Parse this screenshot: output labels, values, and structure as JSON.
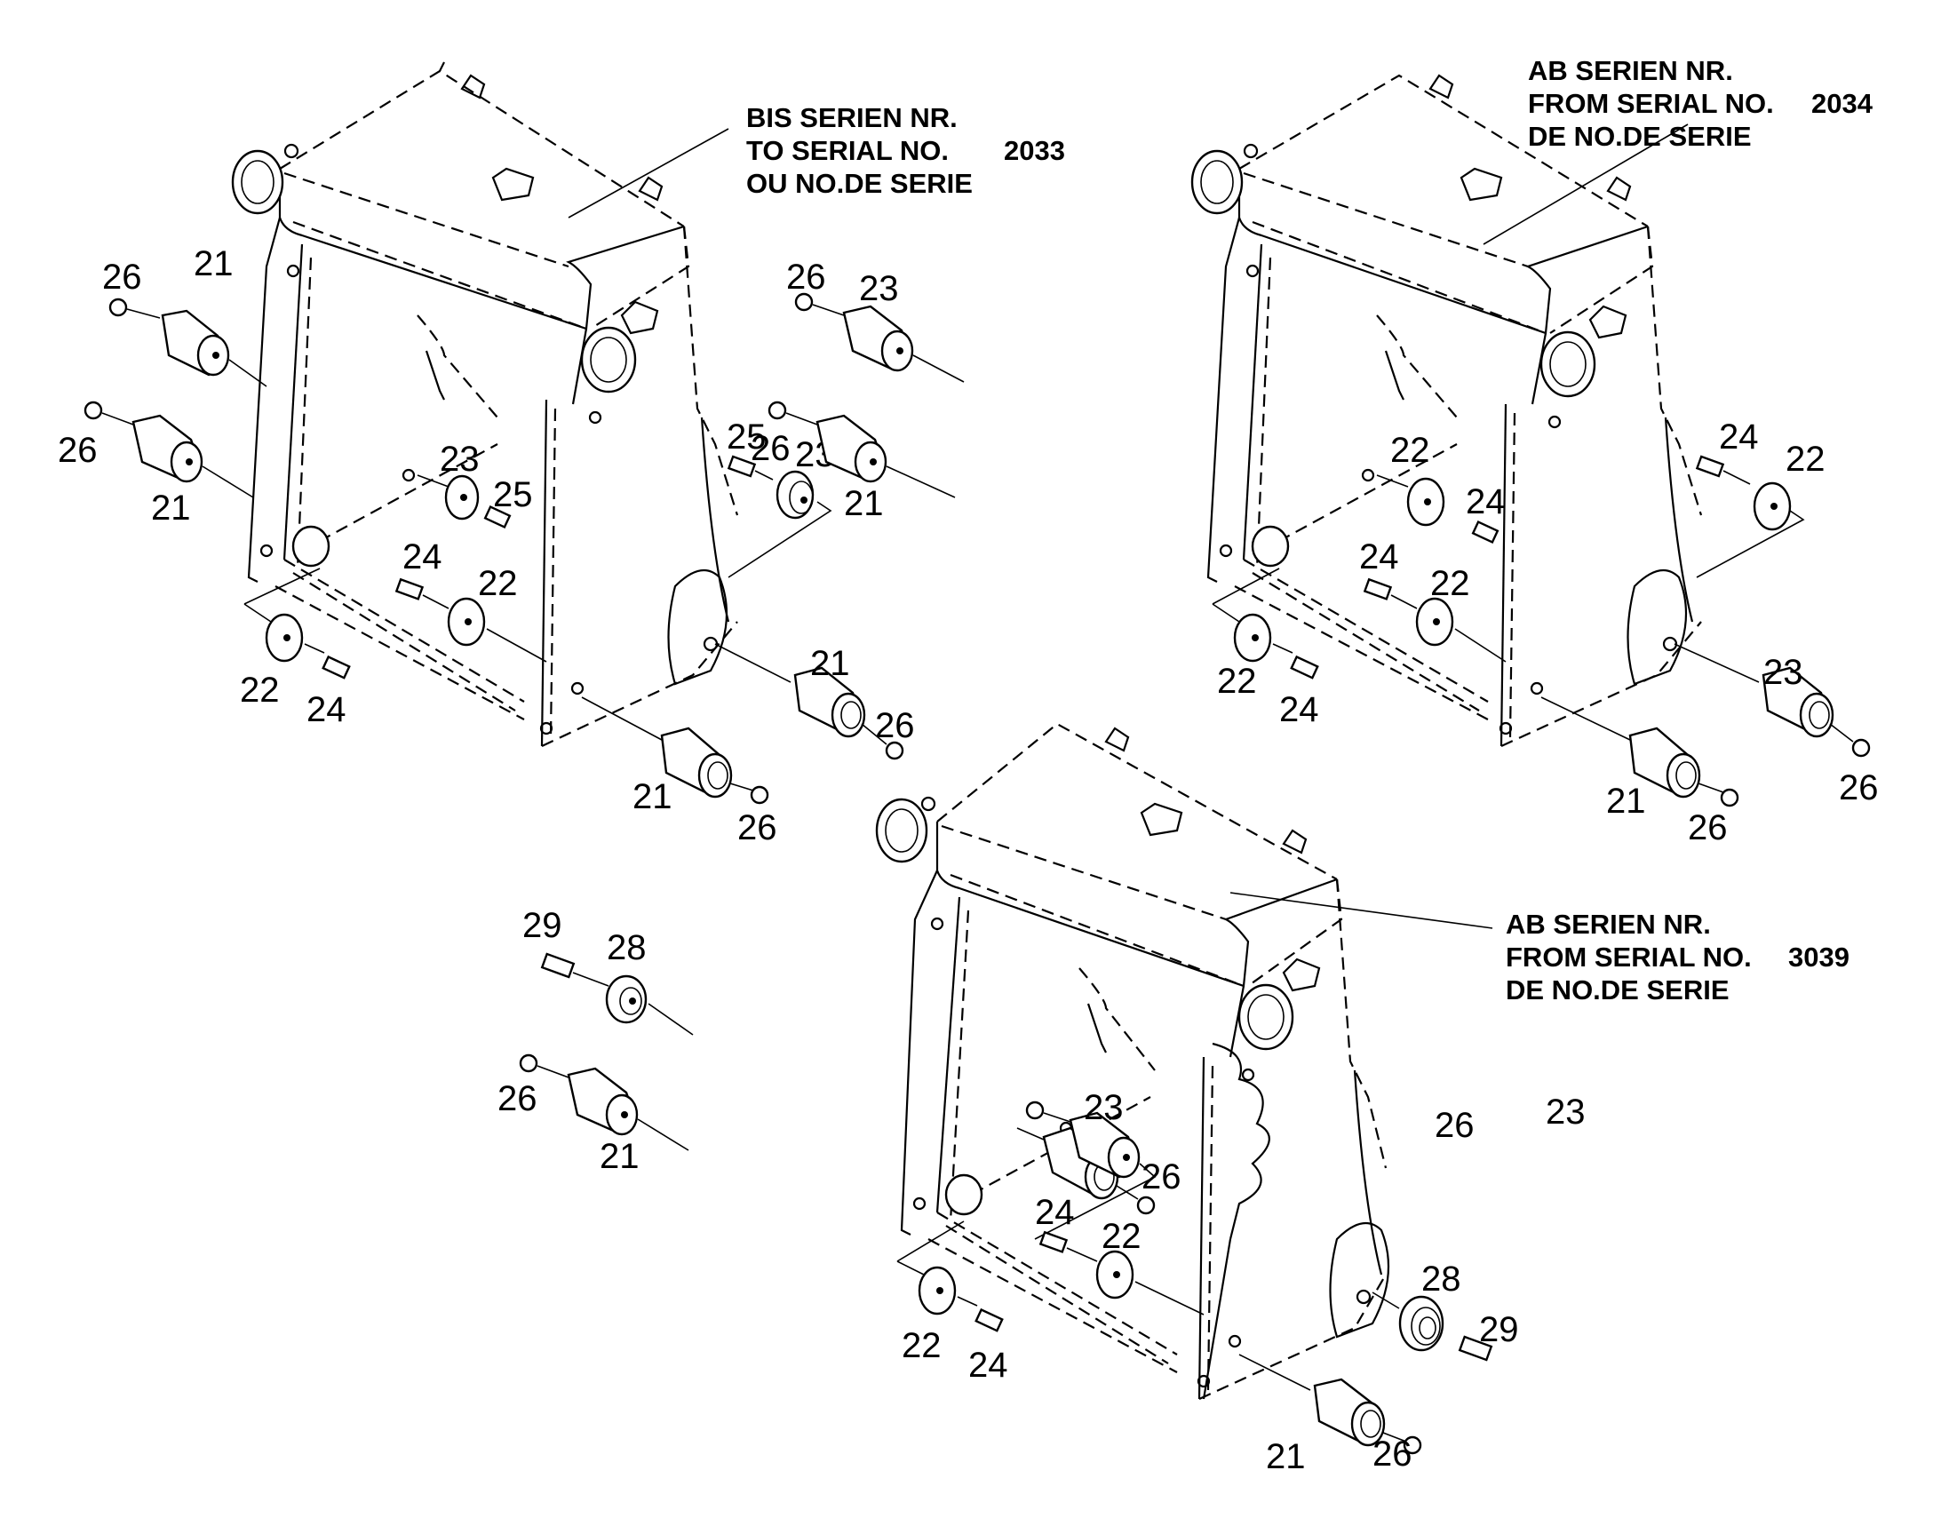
{
  "panels": {
    "left": {
      "serial_label": [
        "BIS SERIEN NR.",
        "TO SERIAL NO.",
        "OU NO.DE SERIE"
      ],
      "serial_number": "2033"
    },
    "right": {
      "serial_label": [
        "AB SERIEN NR.",
        "FROM SERIAL NO.",
        "DE NO.DE SERIE"
      ],
      "serial_number": "2034"
    },
    "bottom": {
      "serial_label": [
        "AB SERIEN NR.",
        "FROM SERIAL NO.",
        "DE NO.DE SERIE"
      ],
      "serial_number": "3039"
    }
  },
  "part_numbers": {
    "left": [
      "26",
      "21",
      "26",
      "21",
      "23",
      "25",
      "25",
      "23",
      "24",
      "22",
      "22",
      "24",
      "21",
      "26",
      "21",
      "26"
    ],
    "right": [
      "26",
      "23",
      "26",
      "21",
      "22",
      "24",
      "24",
      "22",
      "24",
      "22",
      "22",
      "24",
      "23",
      "21",
      "26",
      "26"
    ],
    "bottom": [
      "29",
      "28",
      "26",
      "21",
      "23",
      "26",
      "26",
      "23",
      "24",
      "22",
      "22",
      "24",
      "28",
      "29",
      "21",
      "26"
    ]
  }
}
